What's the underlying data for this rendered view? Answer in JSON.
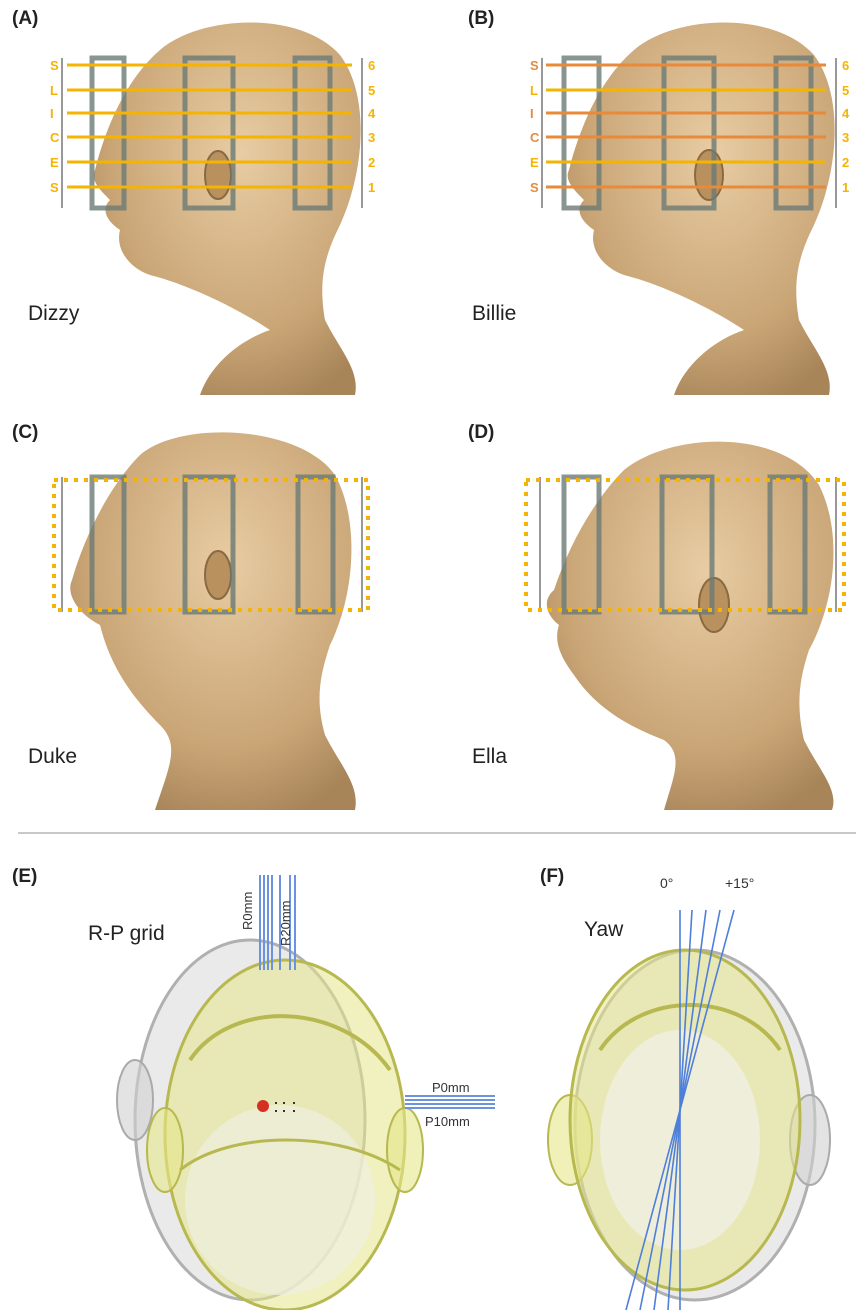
{
  "panels": [
    {
      "label": "(A)",
      "name": "Dizzy"
    },
    {
      "label": "(B)",
      "name": "Billie"
    },
    {
      "label": "(C)",
      "name": "Duke"
    },
    {
      "label": "(D)",
      "name": "Ella"
    },
    {
      "label": "(E)",
      "name": "R-P grid"
    },
    {
      "label": "(F)",
      "name": "Yaw"
    }
  ],
  "slice_letters": [
    "S",
    "L",
    "I",
    "C",
    "E",
    "S"
  ],
  "slice_numbers": [
    "6",
    "5",
    "4",
    "3",
    "2",
    "1"
  ],
  "grid_labels": {
    "r0": "R0mm",
    "r20": "R20mm",
    "p0": "P0mm",
    "p10": "P10mm"
  },
  "yaw_labels": {
    "zero": "0°",
    "plus15": "+15°"
  },
  "colors": {
    "skin": "#d6b58a",
    "yellow_line": "#f5b400",
    "orange_line": "#e88a3a",
    "blue_line": "#4f7fd9",
    "head_yellow": "#e6e68a",
    "head_gray": "#cfcfcf"
  }
}
